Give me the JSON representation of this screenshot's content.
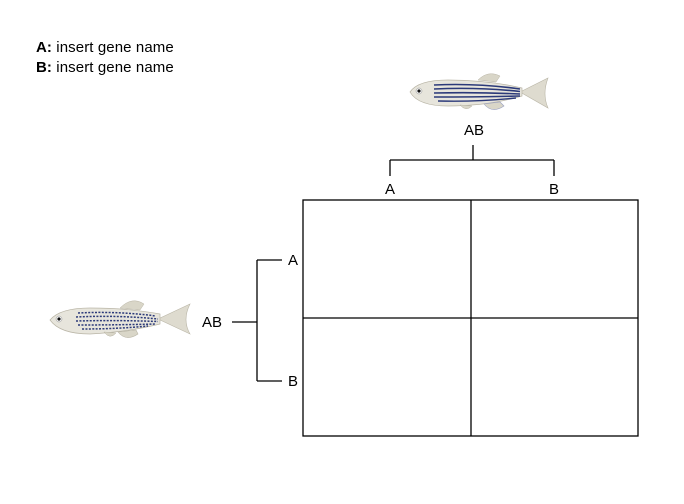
{
  "legend": {
    "items": [
      {
        "key": "A:",
        "text": " insert gene name"
      },
      {
        "key": "B:",
        "text": " insert gene name"
      }
    ]
  },
  "parent_top": {
    "genotype": "AB",
    "alleles": [
      "A",
      "B"
    ],
    "fish_icon": "zebrafish-striped-icon"
  },
  "parent_left": {
    "genotype": "AB",
    "alleles": [
      "A",
      "B"
    ],
    "fish_icon": "zebrafish-spotted-icon"
  },
  "grid": {
    "rows": 2,
    "cols": 2,
    "cells": [
      [
        "",
        ""
      ],
      [
        "",
        ""
      ]
    ]
  },
  "colors": {
    "line": "#000000",
    "fish_body": "#e7e5dc",
    "fish_stripe": "#2c3a7a",
    "fish_fin": "#d9d6c8"
  }
}
